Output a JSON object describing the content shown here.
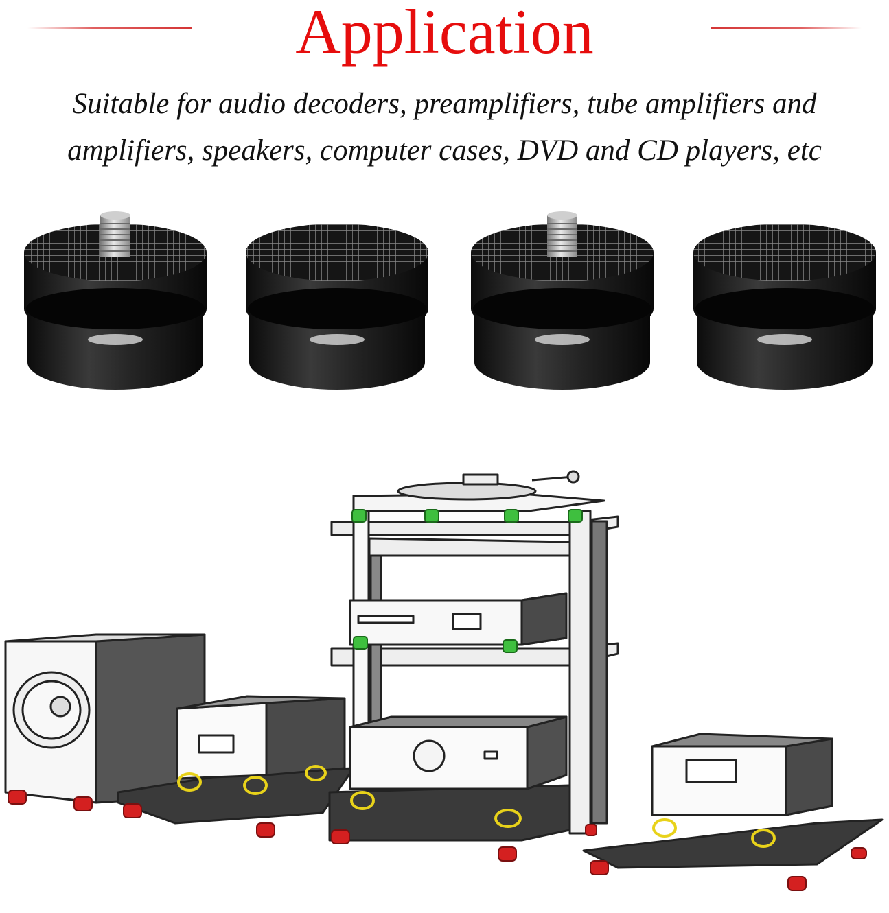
{
  "header": {
    "title": "Application",
    "subtitle_line1": "Suitable for audio decoders, preamplifiers, tube amplifiers and",
    "subtitle_line2": "amplifiers, speakers, computer cases, DVD and CD players, etc"
  },
  "colors": {
    "title_red": "#e60d0d",
    "foot_black": "#1a1a1a",
    "marker_green": "#3fbf3f",
    "marker_yellow": "#e8d21a",
    "marker_red": "#d42020"
  },
  "feet": [
    {
      "has_screw": true
    },
    {
      "has_screw": false
    },
    {
      "has_screw": true
    },
    {
      "has_screw": false
    }
  ]
}
